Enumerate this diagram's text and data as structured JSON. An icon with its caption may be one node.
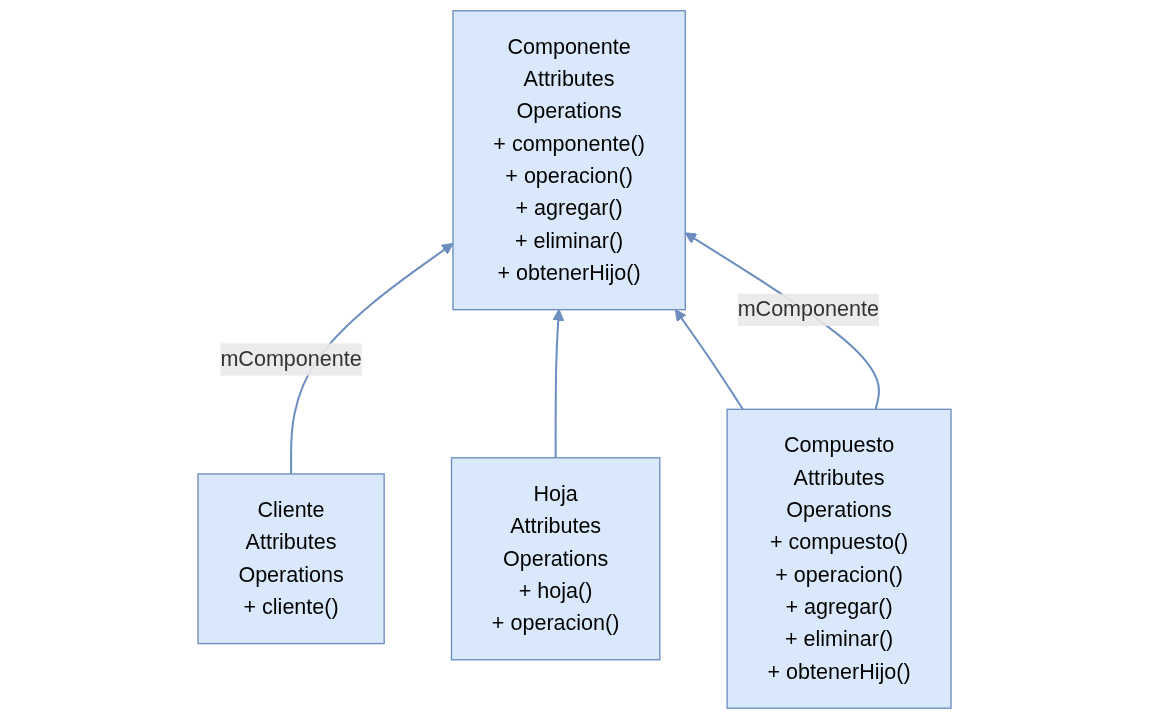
{
  "diagram": {
    "nodes": [
      {
        "text": [
          "Cliente",
          "Attributes",
          "Operations",
          "+ cliente()"
        ]
      },
      {
        "text": [
          "Componente",
          "Attributes",
          "Operations",
          "+ componente()",
          "+ operacion()",
          "+ agregar()",
          "+ eliminar()",
          "+ obtenerHijo()"
        ]
      },
      {
        "text": [
          "Hoja",
          "Attributes",
          "Operations",
          "+ hoja()",
          "+ operacion()"
        ]
      },
      {
        "text": [
          "Compuesto",
          "Attributes",
          "Operations",
          "+ compuesto()",
          "+ operacion()",
          "+ agregar()",
          "+ eliminar()",
          "+ obtenerHijo()"
        ]
      }
    ],
    "edges": [
      {
        "from": 0,
        "to": 1,
        "arrow": "to",
        "label": "mComponente"
      },
      {
        "from": 2,
        "to": 1,
        "arrow": "to"
      },
      {
        "from": 3,
        "to": 1,
        "arrow": "to"
      },
      {
        "from": 3,
        "to": 1,
        "arrow": "to",
        "label": "mComponente"
      }
    ]
  }
}
